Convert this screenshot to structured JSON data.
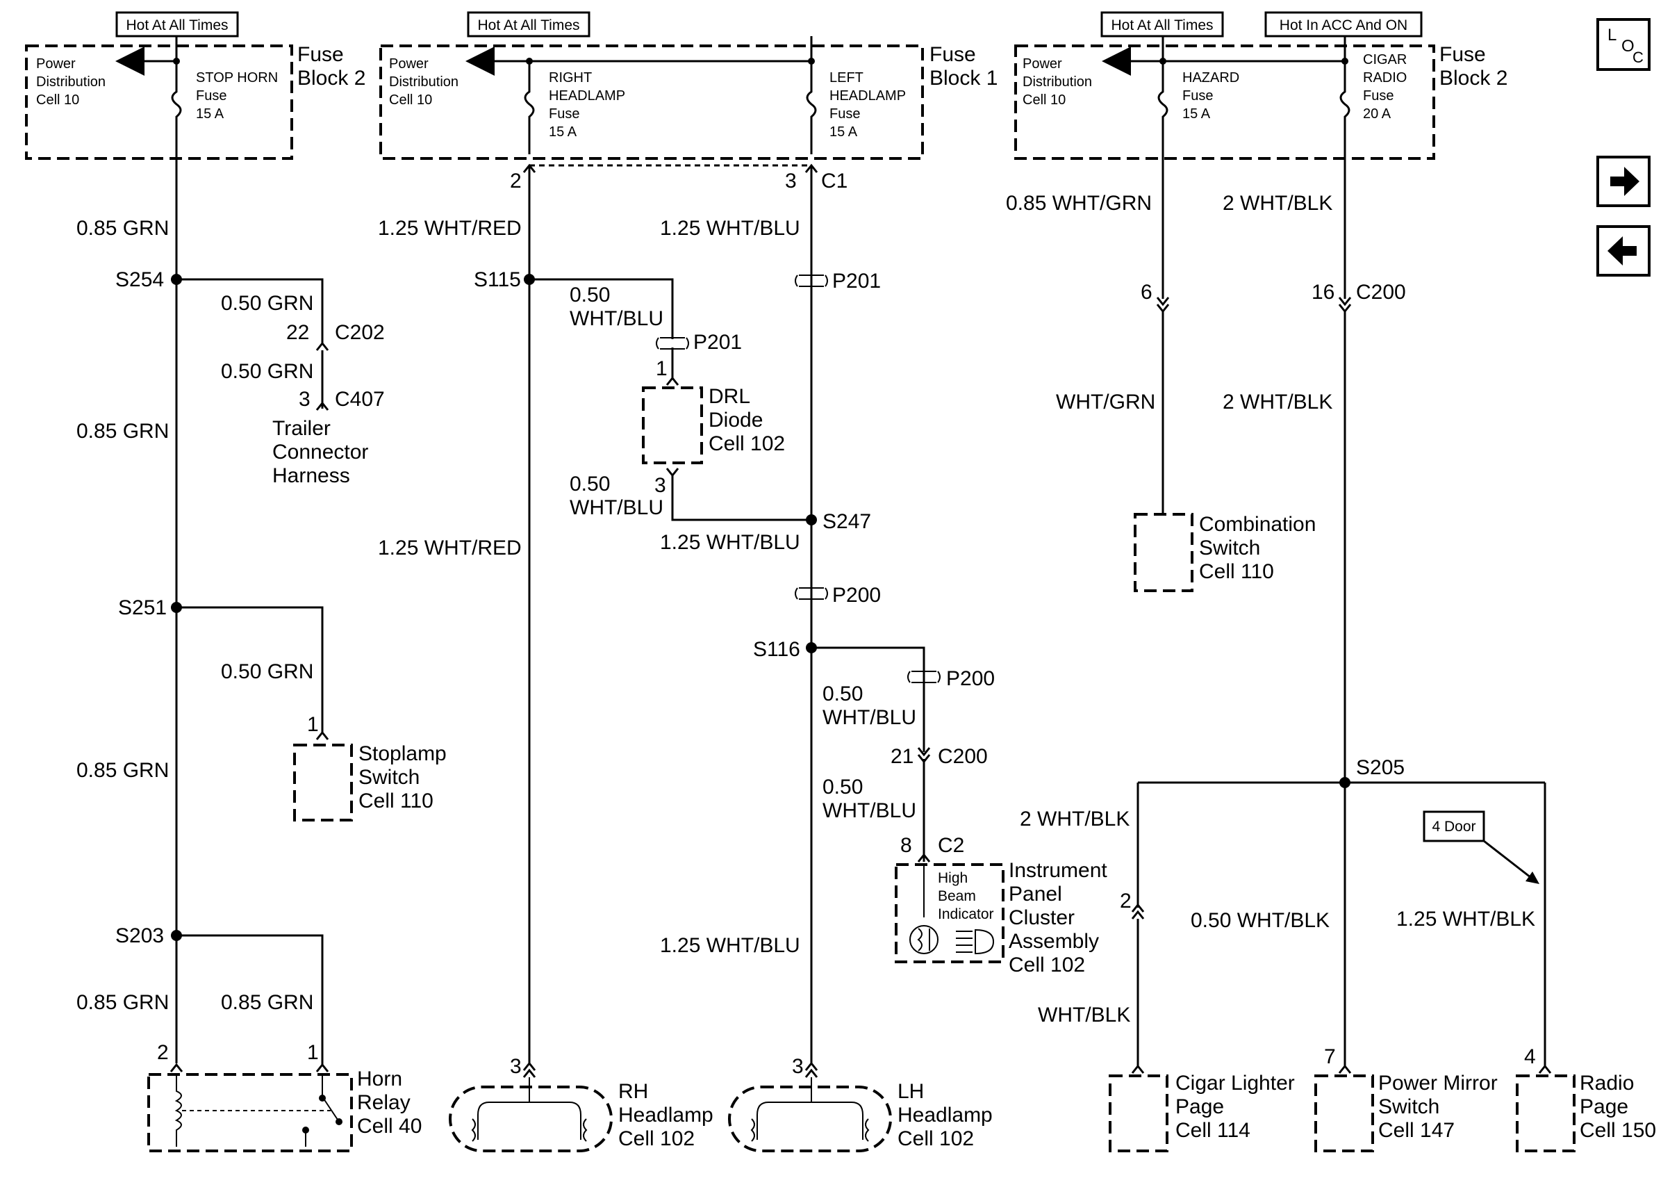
{
  "hot_labels": {
    "all_times_1": "Hot At All Times",
    "all_times_2": "Hot At All Times",
    "all_times_3": "Hot At All Times",
    "acc_on": "Hot In ACC And ON"
  },
  "fuse_blocks": {
    "fb2_left": {
      "line1": "Fuse",
      "line2": "Block 2"
    },
    "fb1": {
      "line1": "Fuse",
      "line2": "Block 1"
    },
    "fb2_right": {
      "line1": "Fuse",
      "line2": "Block 2"
    }
  },
  "power_dist": {
    "line1": "Power",
    "line2": "Distribution",
    "line3": "Cell 10"
  },
  "fuses": {
    "stop_horn": {
      "name1": "STOP HORN",
      "name2": "",
      "word": "Fuse",
      "rating": "15 A"
    },
    "right_headlamp": {
      "name1": "RIGHT",
      "name2": "HEADLAMP",
      "word": "Fuse",
      "rating": "15 A"
    },
    "left_headlamp": {
      "name1": "LEFT",
      "name2": "HEADLAMP",
      "word": "Fuse",
      "rating": "15 A"
    },
    "hazard": {
      "name1": "HAZARD",
      "name2": "",
      "word": "Fuse",
      "rating": "15 A"
    },
    "cigar_radio": {
      "name1": "CIGAR",
      "name2": "RADIO",
      "word": "Fuse",
      "rating": "20 A"
    }
  },
  "wires": {
    "grn_085_a": "0.85 GRN",
    "grn_050_a": "0.50 GRN",
    "grn_050_b": "0.50 GRN",
    "grn_085_b": "0.85 GRN",
    "grn_050_c": "0.50 GRN",
    "grn_085_c": "0.85 GRN",
    "grn_085_d": "0.85 GRN",
    "grn_085_e": "0.85 GRN",
    "whtred_125_a": "1.25 WHT/RED",
    "whtred_125_b": "1.25 WHT/RED",
    "whtblu_050_a1": "0.50",
    "whtblu_050_a2": "WHT/BLU",
    "whtblu_050_b1": "0.50",
    "whtblu_050_b2": "WHT/BLU",
    "whtblu_125_a": "1.25 WHT/BLU",
    "whtblu_125_b": "1.25 WHT/BLU",
    "whtblu_125_c": "1.25 WHT/BLU",
    "whtblu_050_c1": "0.50",
    "whtblu_050_c2": "WHT/BLU",
    "whtblu_050_d1": "0.50",
    "whtblu_050_d2": "WHT/BLU",
    "whtgrn_085": "0.85 WHT/GRN",
    "whtgrn": "WHT/GRN",
    "whtblk_2_a": "2 WHT/BLK",
    "whtblk_2_b": "2 WHT/BLK",
    "whtblk_2_c": "2 WHT/BLK",
    "whtblk_050": "0.50 WHT/BLK",
    "whtblk_125": "1.25 WHT/BLK",
    "whtblk": "WHT/BLK"
  },
  "splices": {
    "s254": "S254",
    "s251": "S251",
    "s203": "S203",
    "s115": "S115",
    "s247": "S247",
    "s116": "S116",
    "s205": "S205"
  },
  "connectors": {
    "c202": "C202",
    "c202_pin": "22",
    "c407": "C407",
    "c407_pin": "3",
    "c1": "C1",
    "c1_pin2": "2",
    "c1_pin3": "3",
    "p201_a": "P201",
    "p201_b": "P201",
    "p201_b_pin": "1",
    "drl_pin3": "3",
    "p200_a": "P200",
    "p200_b": "P200",
    "c200_a": "C200",
    "c200_a_pin": "21",
    "c2": "C2",
    "c2_pin": "8",
    "c200_b": "C200",
    "c200_b_pin6": "6",
    "c200_b_pin16": "16",
    "stoplamp_pin": "1",
    "horn_pin2": "2",
    "horn_pin1": "1",
    "rh_pin": "3",
    "lh_pin": "3",
    "cigar_pin": "2",
    "mirror_pin": "7",
    "radio_pin": "4"
  },
  "components": {
    "trailer": [
      "Trailer",
      "Connector",
      "Harness"
    ],
    "drl": [
      "DRL",
      "Diode",
      "Cell 102"
    ],
    "stoplamp": [
      "Stoplamp",
      "Switch",
      "Cell 110"
    ],
    "horn": [
      "Horn",
      "Relay",
      "Cell 40"
    ],
    "rh_lamp": [
      "RH",
      "Headlamp",
      "Cell 102"
    ],
    "lh_lamp": [
      "LH",
      "Headlamp",
      "Cell 102"
    ],
    "ipc": [
      "Instrument",
      "Panel",
      "Cluster",
      "Assembly",
      "Cell 102"
    ],
    "high_beam": [
      "High",
      "Beam",
      "Indicator"
    ],
    "combo_sw": [
      "Combination",
      "Switch",
      "Cell 110"
    ],
    "cigar": [
      "Cigar Lighter",
      "Page",
      "Cell 114"
    ],
    "mirror": [
      "Power Mirror",
      "Switch",
      "Cell 147"
    ],
    "radio": [
      "Radio",
      "Page",
      "Cell 150"
    ]
  },
  "option_label": "4 Door",
  "nav": {
    "loc_l": "L",
    "loc_o": "O",
    "loc_c": "C"
  }
}
